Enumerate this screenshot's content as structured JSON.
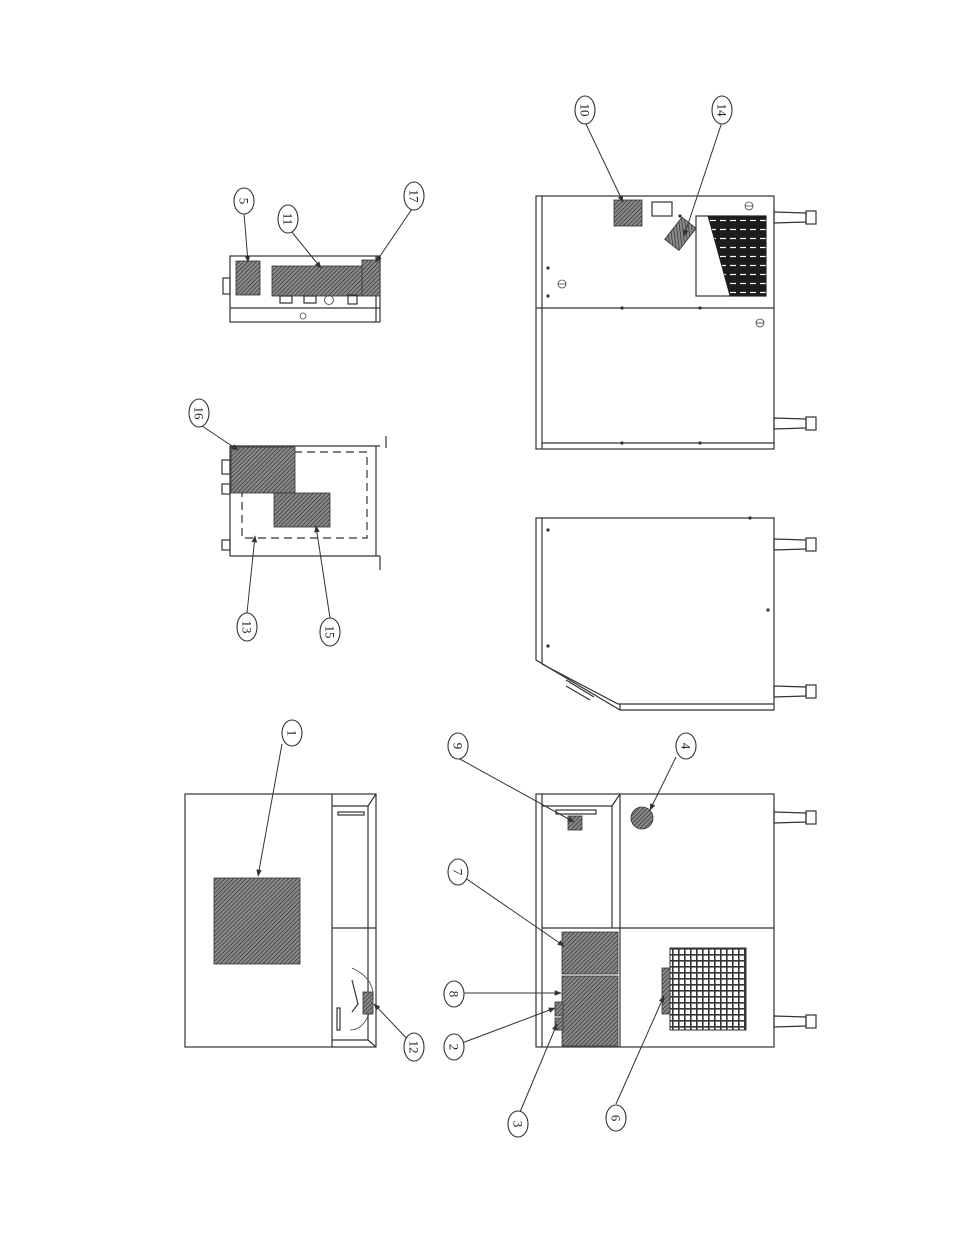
{
  "callouts": [
    {
      "id": "c1",
      "label": "1"
    },
    {
      "id": "c2",
      "label": "2"
    },
    {
      "id": "c3",
      "label": "3"
    },
    {
      "id": "c4",
      "label": "4"
    },
    {
      "id": "c5",
      "label": "5"
    },
    {
      "id": "c6",
      "label": "6"
    },
    {
      "id": "c7",
      "label": "7"
    },
    {
      "id": "c8",
      "label": "8"
    },
    {
      "id": "c9",
      "label": "9"
    },
    {
      "id": "c10",
      "label": "10"
    },
    {
      "id": "c11",
      "label": "11"
    },
    {
      "id": "c12",
      "label": "12"
    },
    {
      "id": "c13",
      "label": "13"
    },
    {
      "id": "c14",
      "label": "14"
    },
    {
      "id": "c15",
      "label": "15"
    },
    {
      "id": "c16",
      "label": "16"
    },
    {
      "id": "c17",
      "label": "17"
    }
  ],
  "style": {
    "line_color": "#333333",
    "background": "#ffffff"
  }
}
